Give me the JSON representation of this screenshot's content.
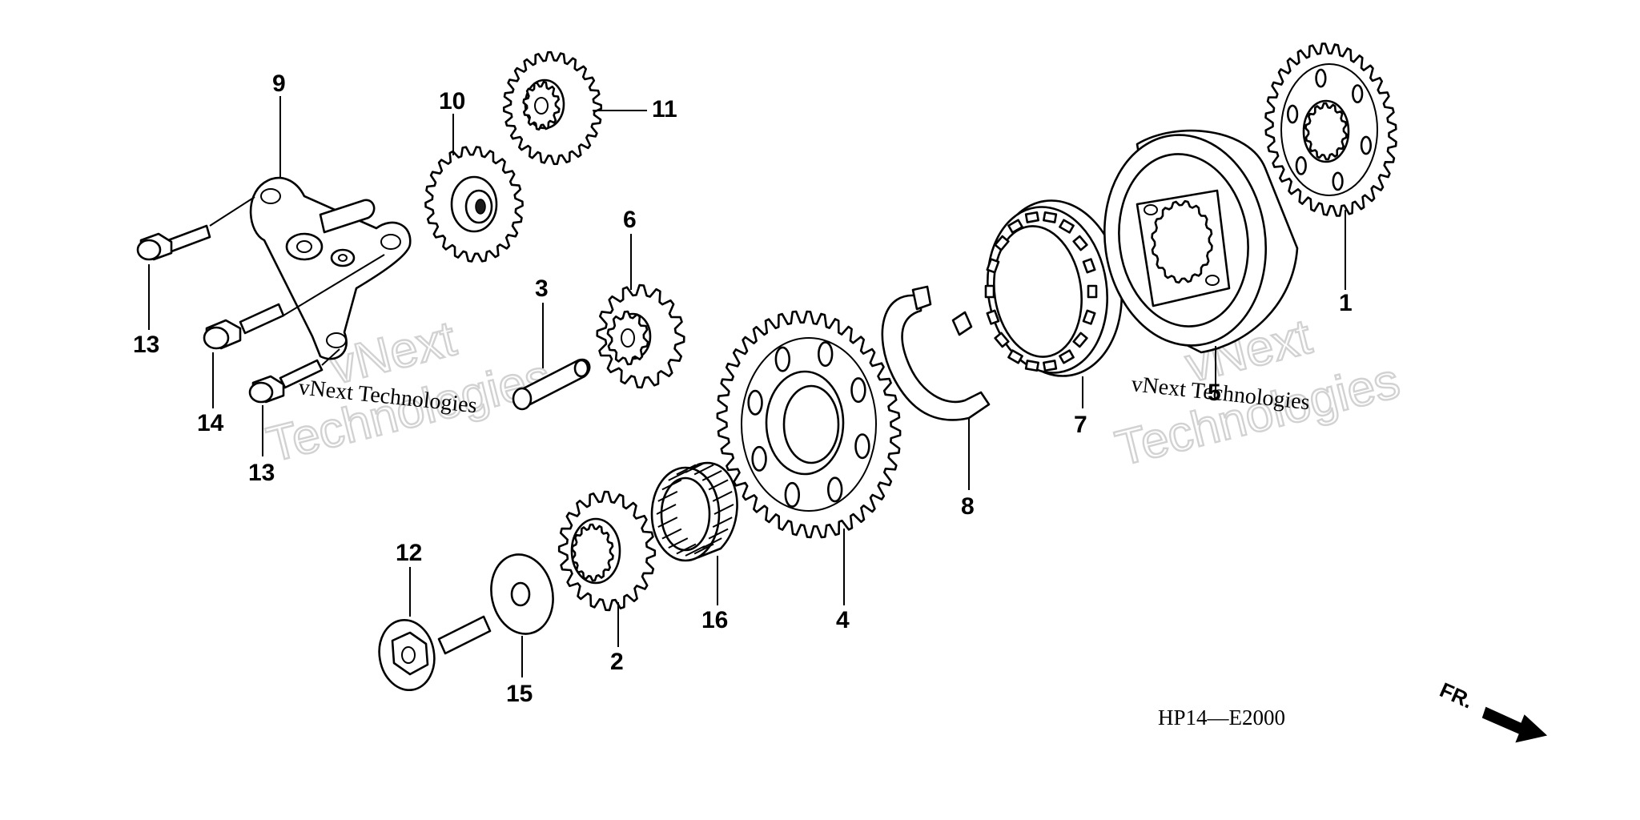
{
  "diagram": {
    "code": "HP14—E2000",
    "direction_label": "FR.",
    "callouts": [
      "1",
      "2",
      "3",
      "4",
      "5",
      "6",
      "7",
      "8",
      "9",
      "10",
      "11",
      "12",
      "13",
      "13",
      "14",
      "15",
      "16"
    ],
    "watermarks": {
      "left_big_1": "vNext",
      "left_big_2": "Technologies",
      "left_small": "vNext Technologies",
      "right_big_1": "vNext",
      "right_big_2": "Technologies",
      "right_small": "vNext Technologies"
    }
  }
}
